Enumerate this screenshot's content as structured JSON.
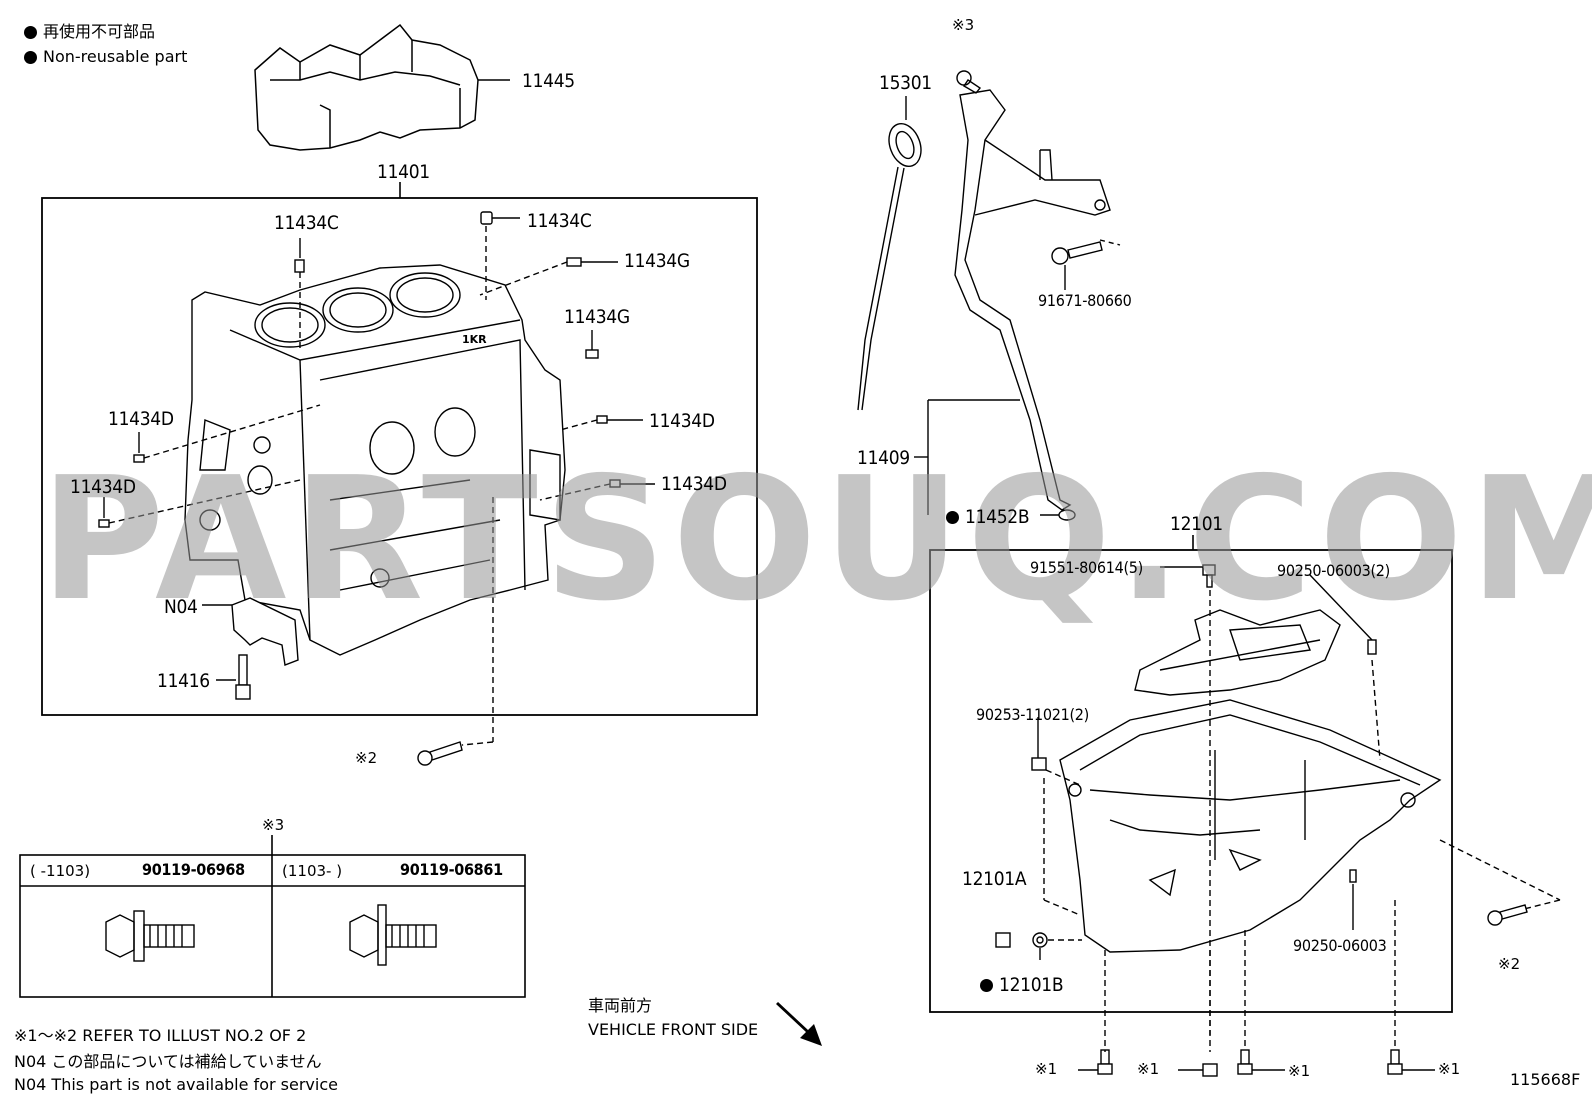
{
  "legend": {
    "jp": "再使用不可部品",
    "en": "Non-reusable part"
  },
  "watermark": "PARTSOUQ.COM",
  "left_group": {
    "box_label": "11401",
    "parts": {
      "p11445": "11445",
      "p11434c_a": "11434C",
      "p11434c_b": "11434C",
      "p11434g_a": "11434G",
      "p11434g_b": "11434G",
      "p11434d_a": "11434D",
      "p11434d_b": "11434D",
      "p11434d_c": "11434D",
      "p11434d_d": "11434D",
      "n04": "N04",
      "p11416": "11416"
    },
    "ref2": "※2"
  },
  "dipstick": {
    "ref3": "※3",
    "p15301": "15301",
    "p91671": "91671-80660",
    "p11409": "11409",
    "p11452b": "11452B"
  },
  "oil_pan": {
    "box_label": "12101",
    "p91551": "91551-80614(5)",
    "p90250_2": "90250-06003(2)",
    "p90253": "90253-11021(2)",
    "p12101a": "12101A",
    "p12101b": "12101B",
    "p90250": "90250-06003",
    "ref2": "※2",
    "ref1_a": "※1",
    "ref1_b": "※1",
    "ref1_c": "※1",
    "ref1_d": "※1"
  },
  "bolt_table": {
    "ref3": "※3",
    "col1_range": "(      -1103)",
    "col1_part": "90119-06968",
    "col2_range": "(1103-          )",
    "col2_part": "90119-06861"
  },
  "front_side": {
    "jp": "車両前方",
    "en": "VEHICLE FRONT SIDE"
  },
  "footnotes": {
    "ref_note": "※1～※2 REFER TO ILLUST NO.2 OF 2",
    "n04_jp": "N04  この部品については補給していません",
    "n04_en": "N04  This part is not available for service"
  },
  "figure_code": "115668F"
}
